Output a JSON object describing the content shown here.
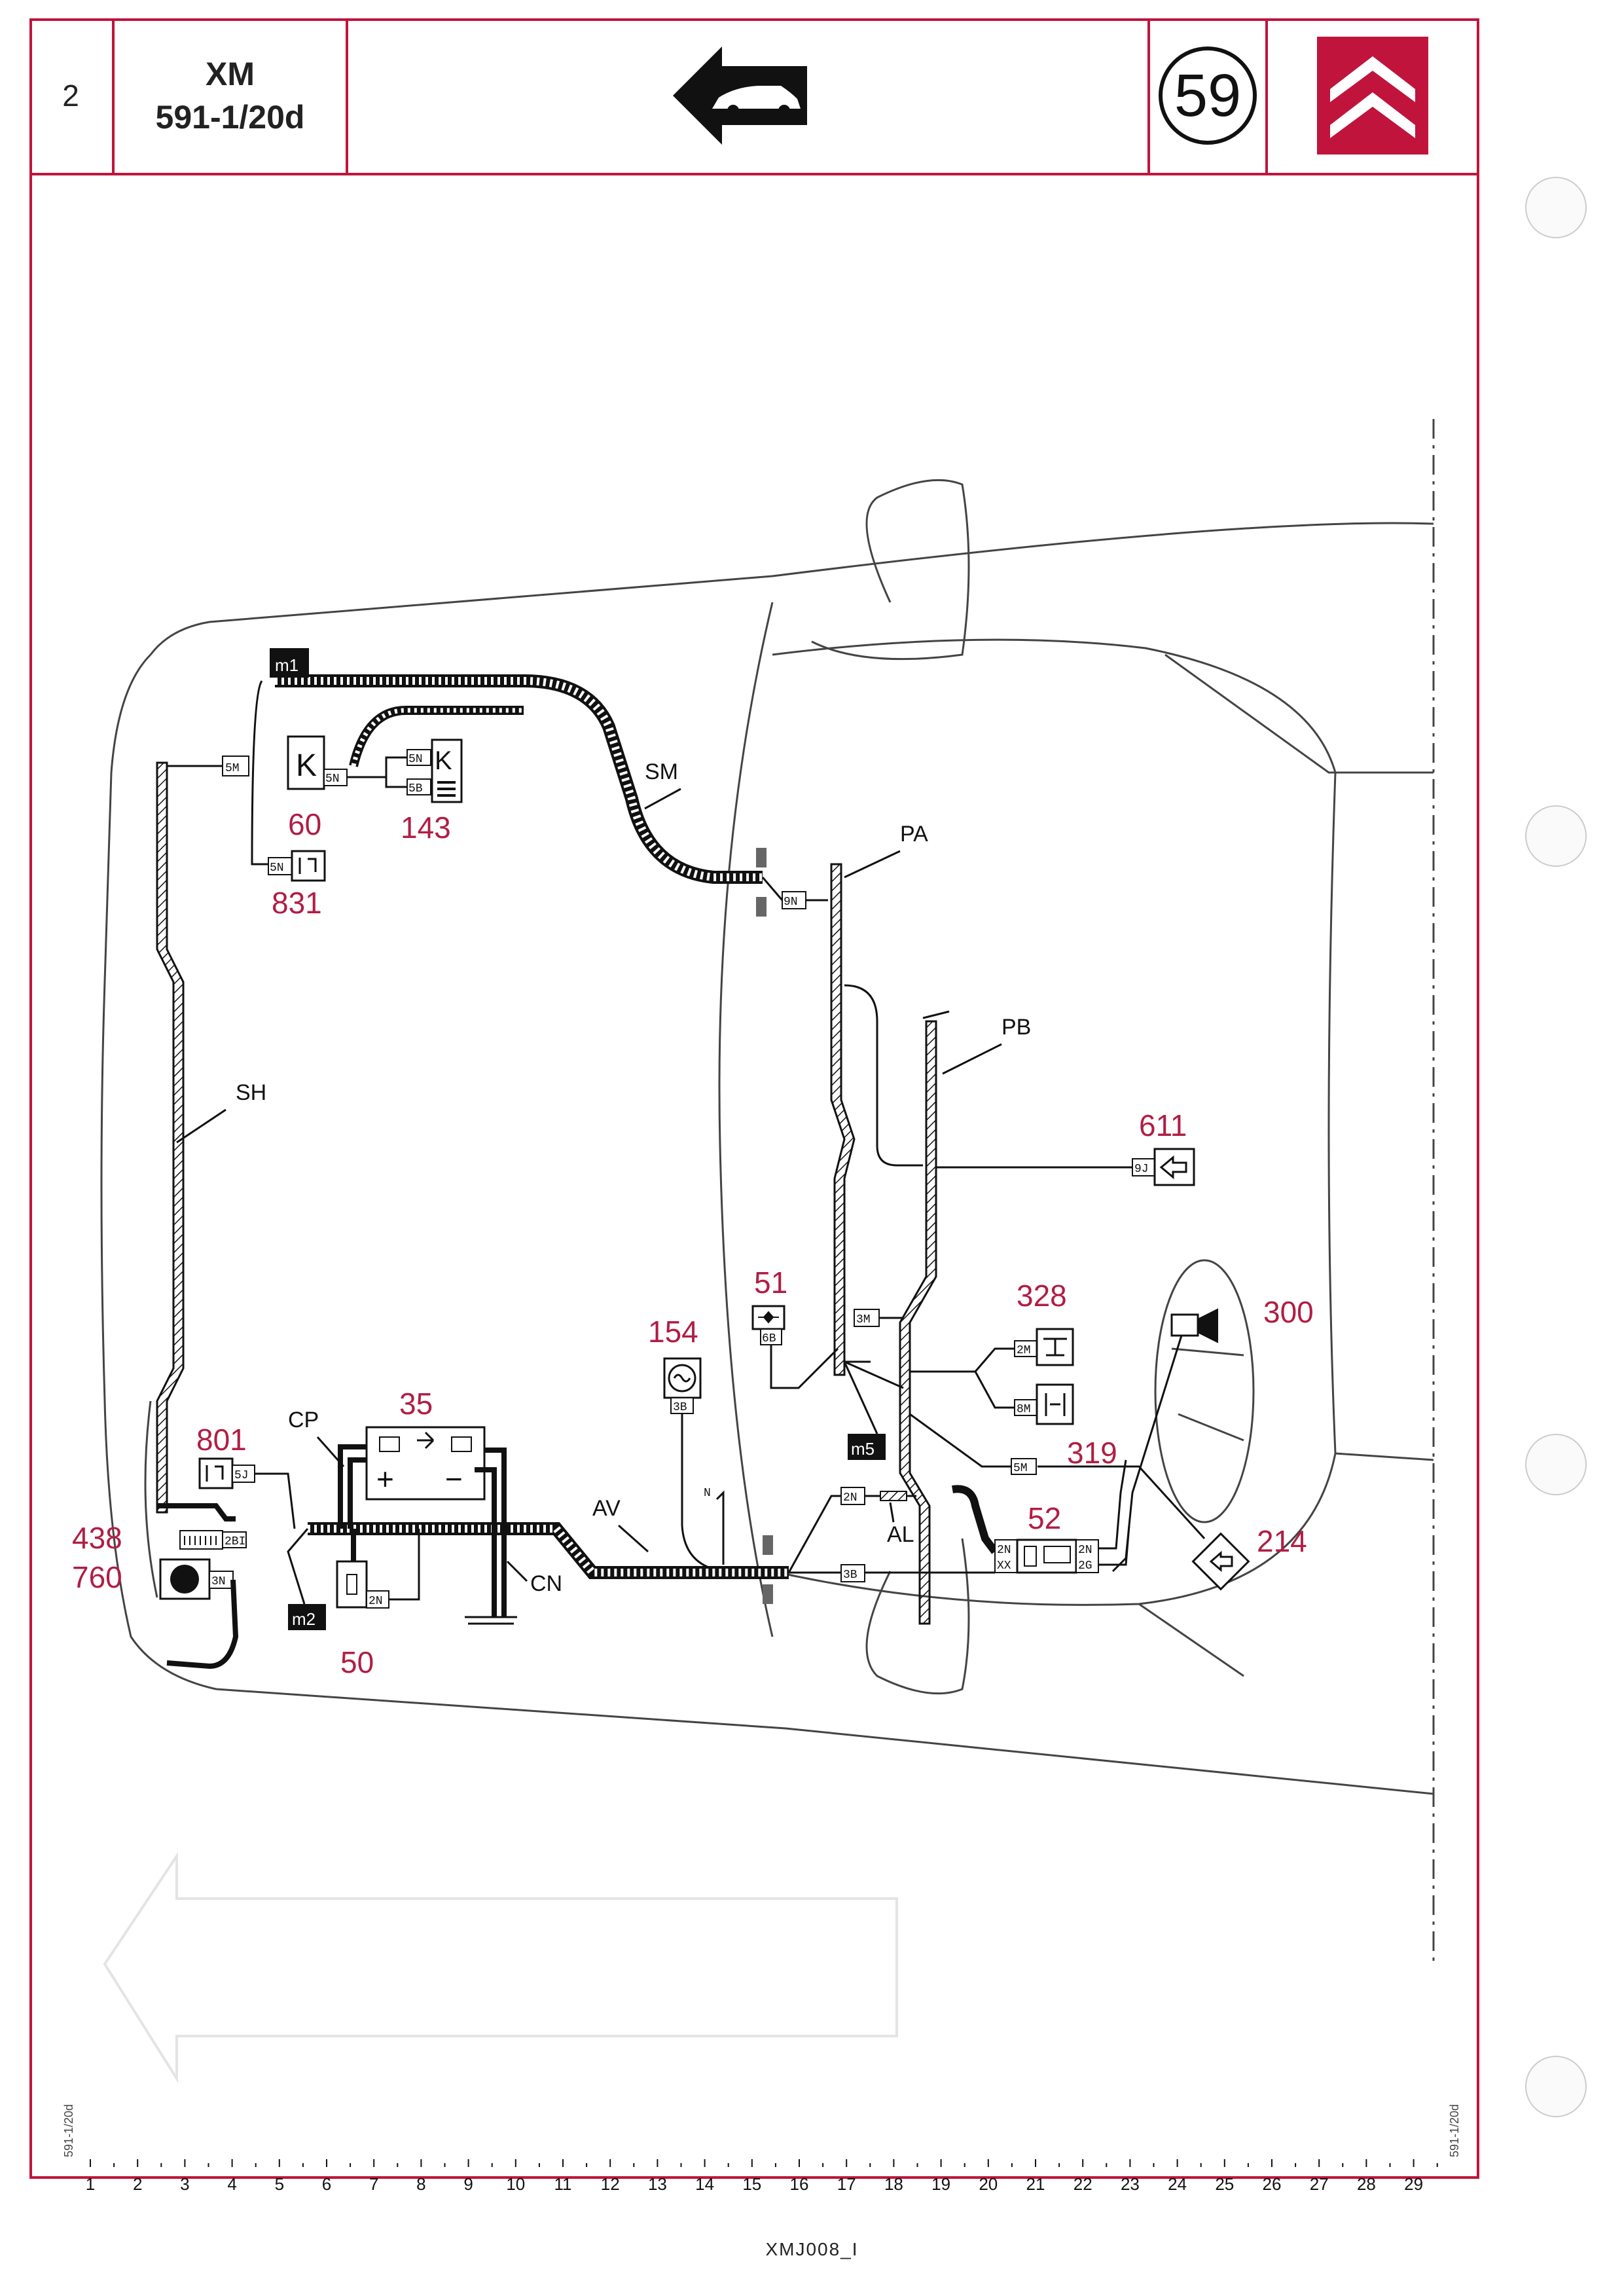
{
  "header": {
    "page_number": "2",
    "model_name": "XM",
    "model_code": "591-1/20d",
    "chapter_number": "59",
    "direction_icon": "left-arrow-car-icon",
    "brand_logo": "citroen-double-chevron-logo"
  },
  "colors": {
    "accent": "#c0143c",
    "reference_red": "#b01e45",
    "line": "#111111"
  },
  "harnesses": {
    "sm": "SM",
    "sh": "SH",
    "pa": "PA",
    "pb": "PB",
    "cp": "CP",
    "av": "AV",
    "cn": "CN",
    "al": "AL"
  },
  "components": {
    "c60": "60",
    "c143": "143",
    "c831": "831",
    "c611": "611",
    "c51": "51",
    "c154": "154",
    "c35": "35",
    "c801": "801",
    "c438": "438",
    "c760": "760",
    "c50": "50",
    "c52": "52",
    "c328": "328",
    "c319": "319",
    "c300": "300",
    "c214": "214"
  },
  "connectors": {
    "k5n_a": "5N",
    "k5n_b": "5N",
    "k5b": "5B",
    "k5m": "5M",
    "k5n_c": "5N",
    "k9n": "9N",
    "k9j": "9J",
    "k6b": "6B",
    "k3m": "3M",
    "k2m": "2M",
    "k8m": "8M",
    "k5m_b": "5M",
    "k3b_a": "3B",
    "k2n_a": "2N",
    "k3b_b": "3B",
    "k2n_b": "2N",
    "kxx": "XX",
    "k2n_c": "2N",
    "k2g": "2G",
    "k5j": "5J",
    "k2bi": "2BI",
    "k3n": "3N",
    "k2n_d": "2N",
    "kn": "N"
  },
  "grounds": {
    "m1": "m1",
    "m2": "m2",
    "m5": "m5"
  },
  "ruler": {
    "numbers": [
      "1",
      "2",
      "3",
      "4",
      "5",
      "6",
      "7",
      "8",
      "9",
      "10",
      "11",
      "12",
      "13",
      "14",
      "15",
      "16",
      "17",
      "18",
      "19",
      "20",
      "21",
      "22",
      "23",
      "24",
      "25",
      "26",
      "27",
      "28",
      "29"
    ]
  },
  "footer": {
    "document_code": "XMJ008_I",
    "side_code": "591-1/20d"
  }
}
